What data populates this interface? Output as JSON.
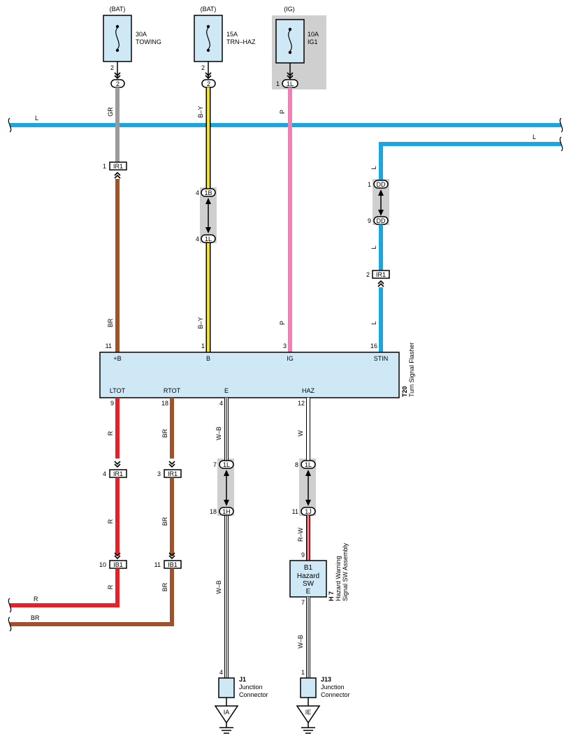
{
  "colors": {
    "blue": "#1aa7e1",
    "gray": "#9b9b9b",
    "brown": "#a0522d",
    "yellow": "#f5e22a",
    "pink": "#ee82b4",
    "red": "#e8202a",
    "component_fill": "#cfe8f6",
    "splice_gray": "#cfcfcf"
  },
  "fuses": [
    {
      "source": "(BAT)",
      "amps": "30A",
      "name": "TOWING",
      "pin": "2",
      "conn": "2"
    },
    {
      "source": "(BAT)",
      "amps": "15A",
      "name": "TRN–HAZ",
      "pin": "2",
      "conn": "2"
    },
    {
      "source": "(IG)",
      "amps": "10A",
      "name": "IG1",
      "pin": "1",
      "conn": "1L"
    }
  ],
  "wires": {
    "top_bus": "L",
    "right_bus": "L",
    "gray_wire": "GR",
    "by_upper": "B–Y",
    "by_lower": "B–Y",
    "p_upper": "P",
    "p_lower": "P",
    "l_1": "L",
    "l_2": "L",
    "l_3": "L",
    "br_left": "BR",
    "r_1": "R",
    "r_2": "R",
    "r_3": "R",
    "br_1": "BR",
    "br_2": "BR",
    "br_3": "BR",
    "wb_1": "W–B",
    "wb_2": "W–B",
    "w_1": "W",
    "rw": "R–W",
    "wb_3": "W–B",
    "bottom_r": "R",
    "bottom_br": "BR"
  },
  "connectors": {
    "ir1_top": {
      "pin": "1",
      "label": "IR1"
    },
    "b1b": {
      "pin": "4",
      "label": "1B"
    },
    "b1l": {
      "pin": "4",
      "label": "1L"
    },
    "dd1": {
      "pin": "1",
      "label": "DD"
    },
    "dd9": {
      "pin": "9",
      "label": "DD"
    },
    "ir1_right": {
      "pin": "2",
      "label": "IR1"
    },
    "ir1_ltot": {
      "pin": "4",
      "label": "IR1"
    },
    "ir1_rtot": {
      "pin": "3",
      "label": "IR1"
    },
    "ib1_left": {
      "pin": "10",
      "label": "IB1"
    },
    "ib1_right": {
      "pin": "11",
      "label": "IB1"
    },
    "e1l": {
      "pin": "7",
      "label": "1L"
    },
    "e1h": {
      "pin": "18",
      "label": "1H"
    },
    "h1l": {
      "pin": "8",
      "label": "1L"
    },
    "h1j": {
      "pin": "11",
      "label": "1J"
    }
  },
  "flasher": {
    "id": "T20",
    "name": "Turn Signal Flasher",
    "top_pins": [
      {
        "num": "11",
        "label": "+B"
      },
      {
        "num": "1",
        "label": "B"
      },
      {
        "num": "3",
        "label": "IG"
      },
      {
        "num": "16",
        "label": "STIN"
      }
    ],
    "bottom_pins": [
      {
        "num": "9",
        "label": "LTOT"
      },
      {
        "num": "18",
        "label": "RTOT"
      },
      {
        "num": "4",
        "label": "E"
      },
      {
        "num": "12",
        "label": "HAZ"
      }
    ]
  },
  "hazard_switch": {
    "id": "H 7",
    "name1": "Hazard Warning",
    "name2": "Signal SW Assembly",
    "line1": "B1",
    "line2": "Hazard",
    "line3": "SW",
    "line4": "E",
    "pin_top": "9",
    "pin_bottom": "7"
  },
  "junctions": [
    {
      "id": "J1",
      "line1": "Junction",
      "line2": "Connector",
      "pin": "4",
      "ground": "IA"
    },
    {
      "id": "J13",
      "line1": "Junction",
      "line2": "Connector",
      "pin": "1",
      "ground": "IE"
    }
  ]
}
